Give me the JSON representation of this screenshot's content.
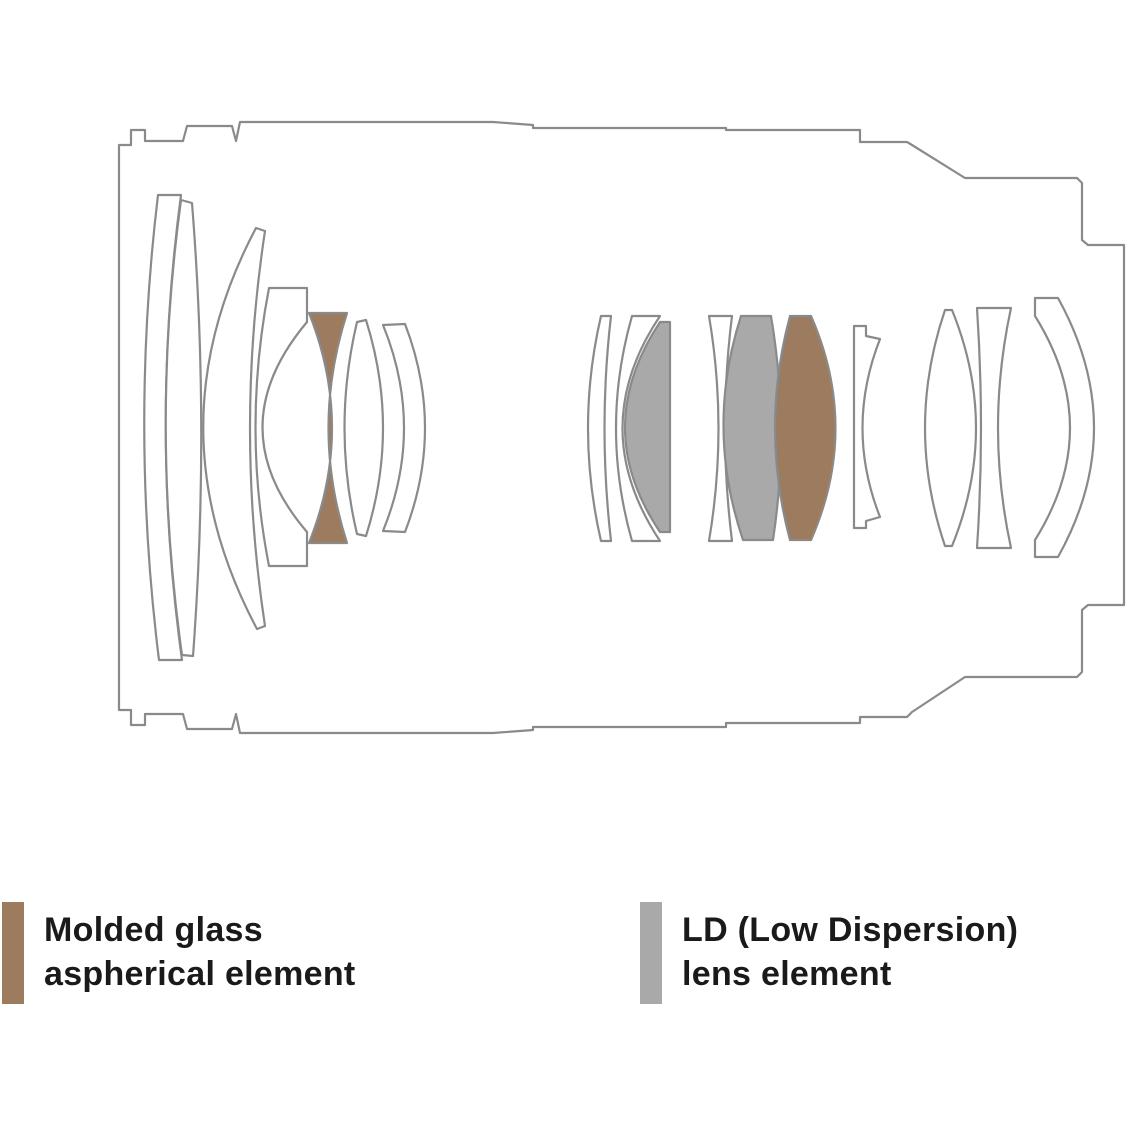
{
  "colors": {
    "aspherical": "#9c7b5e",
    "ld": "#a9a9a9",
    "outline": "#8a8a8a",
    "background": "#ffffff"
  },
  "legend": {
    "aspherical": {
      "line1": "Molded glass",
      "line2": "aspherical element"
    },
    "ld": {
      "line1": "LD (Low Dispersion)",
      "line2": "lens element"
    }
  }
}
